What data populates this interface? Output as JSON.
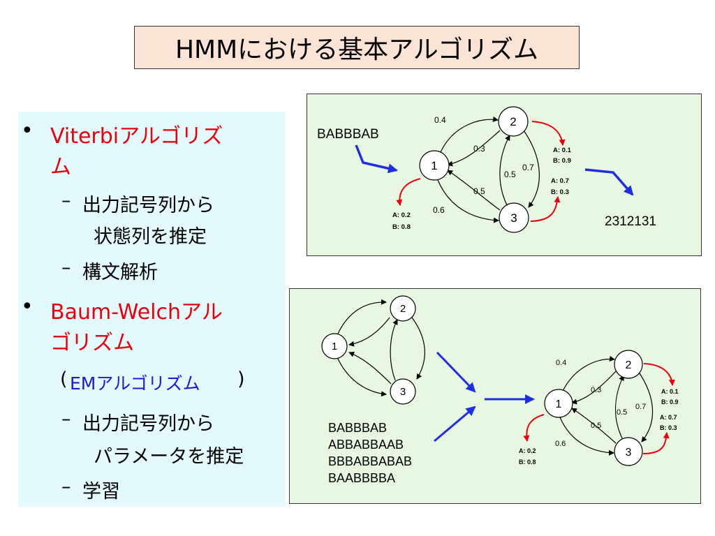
{
  "title": "HMMにおける基本アルゴリズム",
  "left": {
    "viterbi_line1": "Viterbiアルゴリズ",
    "viterbi_line2": "ム",
    "viterbi_sub1_line1": "出力記号列から",
    "viterbi_sub1_line2": "状態列を推定",
    "viterbi_sub2": "構文解析",
    "bw_line1": "Baum-Welchアル",
    "bw_line2": "ゴリズム",
    "bw_paren_open": "(",
    "bw_em": "EMアルゴリズム",
    "bw_paren_close": ")",
    "bw_sub1_line1": "出力記号列から",
    "bw_sub1_line2": "パラメータを推定",
    "bw_sub2": "学習",
    "bullet": "•",
    "dash": "–"
  },
  "top_panel": {
    "input_sequence": "BABBBAB",
    "output_states": "2312131"
  },
  "bottom_panel": {
    "training_sequences": [
      "BABBBAB",
      "ABBABBAAB",
      "BBBABBABAB",
      "BAABBBBA"
    ]
  },
  "hmm": {
    "states": [
      "1",
      "2",
      "3"
    ],
    "transitions": {
      "t12": "0.4",
      "t21": "0.3",
      "t13": "0.6",
      "t31": "0.5",
      "t23": "0.7",
      "t32": "0.5"
    },
    "emissions": {
      "s1_a": "A: 0.2",
      "s1_b": "B: 0.8",
      "s2_a": "A: 0.1",
      "s2_b": "B: 0.9",
      "s3_a": "A: 0.7",
      "s3_b": "B: 0.3"
    }
  },
  "colors": {
    "accent_red": "#e8000b",
    "accent_blue": "#1a1ad6",
    "arrow_blue": "#1f2fe0"
  }
}
